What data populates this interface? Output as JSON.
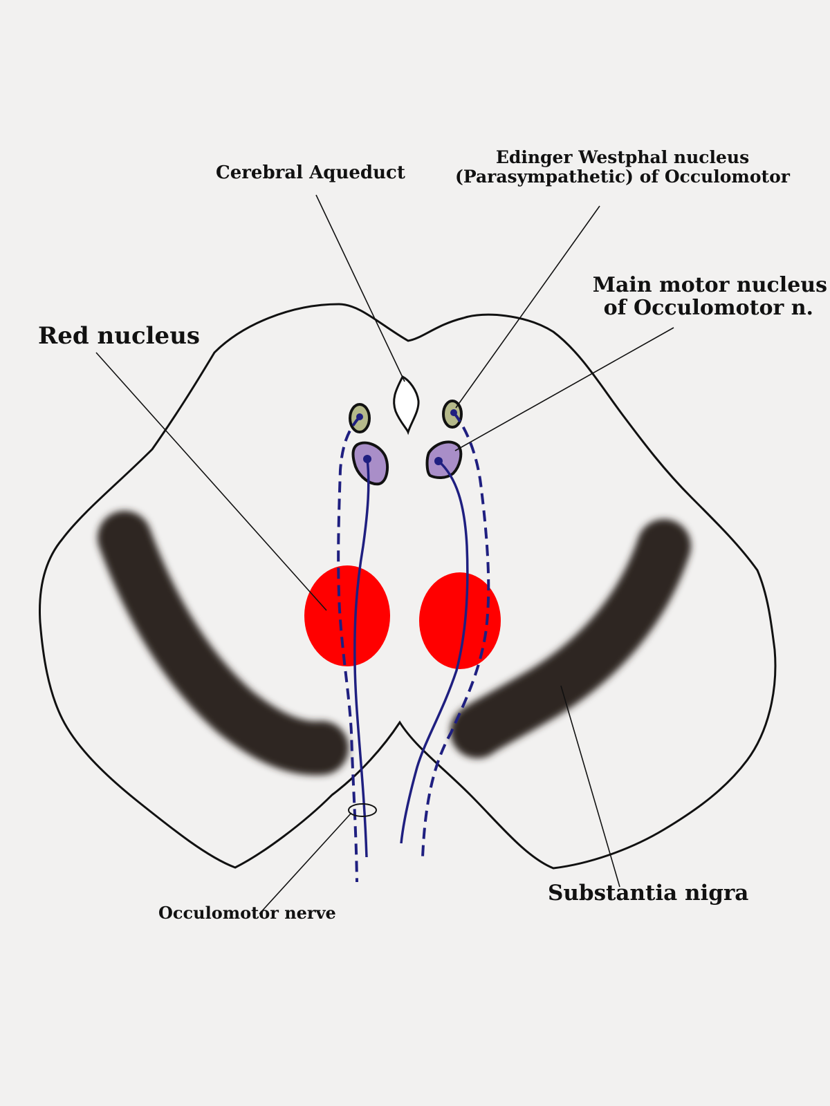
{
  "labels": {
    "cerebral_aqueduct": "Cerebral Aqueduct",
    "edinger_westphal_line1": "Edinger Westphal nucleus",
    "edinger_westphal_line2": "(Parasympathetic) of Occulomotor",
    "main_motor_line1": "Main motor nucleus",
    "main_motor_line2": "of Occulomotor n.",
    "red_nucleus": "Red nucleus",
    "substantia_nigra": "Substantia nigra",
    "occulomotor_nerve": "Occulomotor nerve"
  },
  "colors": {
    "background": "#f2f1f0",
    "outline": "#111111",
    "red_nucleus": "#ff0000",
    "substantia_nigra": "#2e2523",
    "edinger_westphal": "#b5b98a",
    "main_motor": "#a98ec8",
    "nerve_fiber": "#1f1f80"
  }
}
